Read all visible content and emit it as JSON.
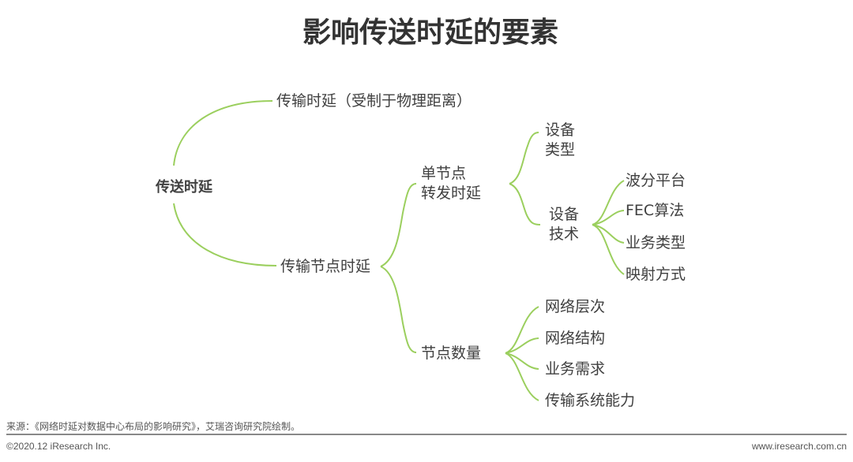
{
  "title": "影响传送时延的要素",
  "root": "传送时延",
  "branch_transmission": "传输时延（受制于物理距离）",
  "branch_node": "传输节点时延",
  "single_node": {
    "line1": "单节点",
    "line2": "转发时延"
  },
  "node_count": "节点数量",
  "device_type": {
    "line1": "设备",
    "line2": "类型"
  },
  "device_tech": {
    "line1": "设备",
    "line2": "技术"
  },
  "tech_leaves": [
    "波分平台",
    "FEC算法",
    "业务类型",
    "映射方式"
  ],
  "count_leaves": [
    "网络层次",
    "网络结构",
    "业务需求",
    "传输系统能力"
  ],
  "footer": {
    "source": "来源：《网络时延对数据中心布局的影响研究》，艾瑞咨询研究院绘制。",
    "copyright": "©2020.12 iResearch Inc.",
    "url": "www.iresearch.com.cn"
  },
  "colors": {
    "line": "#9bcf5e"
  }
}
